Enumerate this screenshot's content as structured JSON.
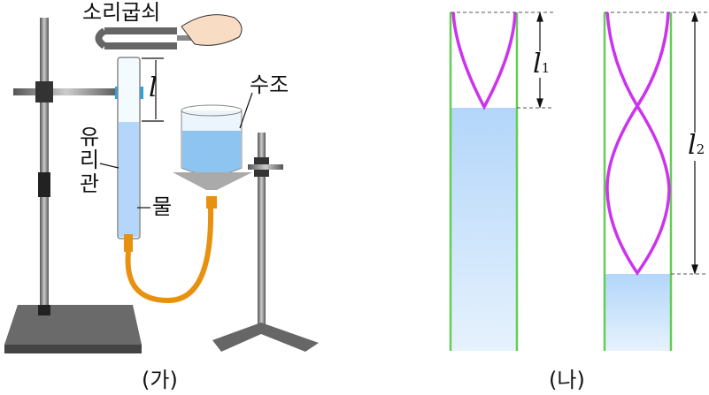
{
  "labels": {
    "tuning_fork": "소리굽쇠",
    "length_l": "l",
    "water_tank": "수조",
    "glass_tube": "유리관",
    "water": "물",
    "panel_a": "(가)",
    "panel_b": "(나)",
    "l1_main": "l",
    "l1_sub": "1",
    "l2_main": "l",
    "l2_sub": "2"
  },
  "colors": {
    "wave": "#cc33ee",
    "tube_wall": "#66cc55",
    "water": "#b3d6fa",
    "hose": "#e8900f"
  }
}
